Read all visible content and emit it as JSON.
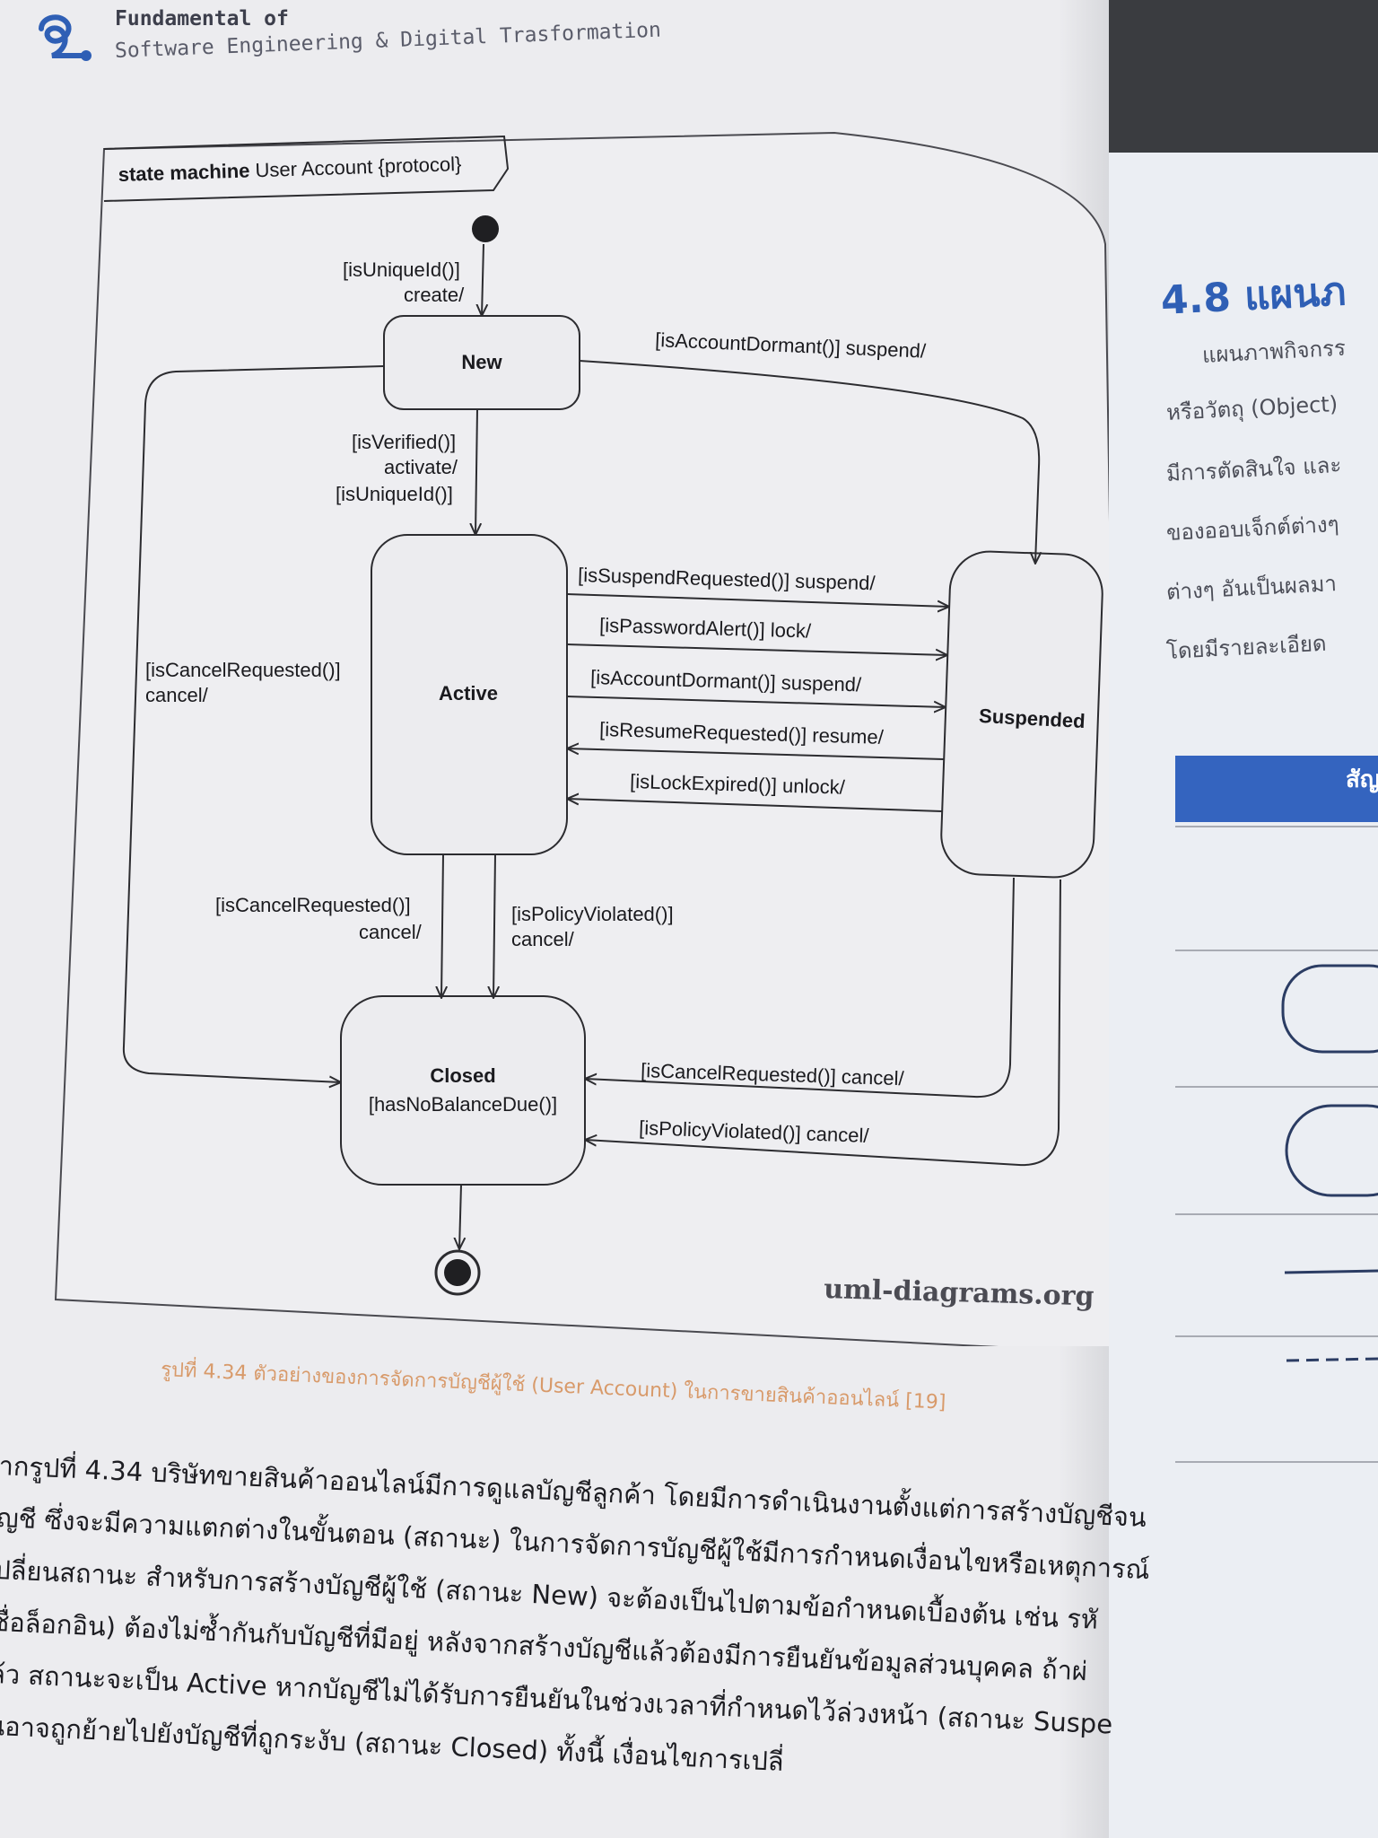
{
  "header": {
    "line1": "Fundamental of",
    "line2": "Software Engineering & Digital Trasformation"
  },
  "diagram": {
    "frame_title_bold": "state machine",
    "frame_title_rest": " User Account {protocol}",
    "states": {
      "new": "New",
      "active": "Active",
      "suspended": "Suspended",
      "closed": "Closed",
      "closed_invariant": "[hasNoBalanceDue()]"
    },
    "transitions": {
      "init_guard": "[isUniqueId()]",
      "init_action": "create/",
      "new_to_suspended": "[isAccountDormant()] suspend/",
      "new_to_active_1": "[isVerified()]",
      "new_to_active_2": "activate/",
      "new_to_active_3": "[isUniqueId()]",
      "new_to_closed_1": "[isCancelRequested()]",
      "new_to_closed_2": "cancel/",
      "active_suspend": "[isSuspendRequested()] suspend/",
      "active_lock": "[isPasswordAlert()] lock/",
      "active_dormant": "[isAccountDormant()] suspend/",
      "suspended_resume": "[isResumeRequested()] resume/",
      "suspended_unlock": "[isLockExpired()] unlock/",
      "active_cancel_1": "[isCancelRequested()]",
      "active_cancel_2": "cancel/",
      "active_policy_1": "[isPolicyViolated()]",
      "active_policy_2": "cancel/",
      "suspended_cancel": "[isCancelRequested()] cancel/",
      "suspended_policy": "[isPolicyViolated()] cancel/"
    },
    "watermark": "uml-diagrams.org"
  },
  "caption": "รูปที่ 4.34 ตัวอย่างของการจัดการบัญชีผู้ใช้ (User Account) ในการขายสินค้าออนไลน์ [19]",
  "body_lines": [
    "ากรูปที่ 4.34 บริษัทขายสินค้าออนไลน์มีการดูแลบัญชีลูกค้า โดยมีการดำเนินงานตั้งแต่การสร้างบัญชีจน",
    "ญชี ซึ่งจะมีความแตกต่างในขั้นตอน (สถานะ) ในการจัดการบัญชีผู้ใช้มีการกำหนดเงื่อนไขหรือเหตุการณ์",
    "ปลี่ยนสถานะ สำหรับการสร้างบัญชีผู้ใช้ (สถานะ New) จะต้องเป็นไปตามข้อกำหนดเบื้องต้น เช่น รหั",
    "ชื่อล็อกอิน) ต้องไม่ซ้ำกันกับบัญชีที่มีอยู่ หลังจากสร้างบัญชีแล้วต้องมีการยืนยันข้อมูลส่วนบุคคล ถ้าผ่",
    "ล้ว สถานะจะเป็น Active หากบัญชีไม่ได้รับการยืนยันในช่วงเวลาที่กำหนดไว้ล่วงหน้า (สถานะ Suspe",
    "นอาจถูกย้ายไปยังบัญชีที่ถูกระงับ (สถานะ Closed) ทั้งนี้ เงื่อนไขการเปลี่"
  ],
  "right_page": {
    "heading": "4.8 แผนภ",
    "lines": [
      "แผนภาพกิจกรร",
      "หรือวัตถุ (Object)",
      "มีการตัดสินใจ และ",
      "ของออบเจ็กต์ต่างๆ",
      "ต่างๆ อันเป็นผลมา",
      "โดยมีรายละเอียด"
    ],
    "table_header": "สัญ"
  }
}
